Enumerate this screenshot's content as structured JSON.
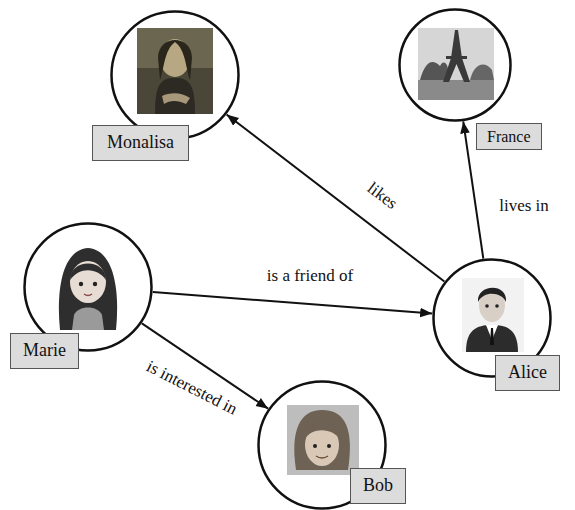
{
  "diagram": {
    "nodes": [
      {
        "text": [
          "Monalisa"
        ]
      },
      {
        "text": [
          "France"
        ]
      },
      {
        "text": [
          "Marie"
        ]
      },
      {
        "text": [
          "Alice"
        ]
      },
      {
        "text": [
          "Bob"
        ]
      }
    ],
    "edges": [
      {
        "from": 3,
        "to": 0,
        "label": "likes",
        "arrow": "to"
      },
      {
        "from": 3,
        "to": 1,
        "label": "lives in",
        "arrow": "to"
      },
      {
        "from": 2,
        "to": 3,
        "label": "is a friend of",
        "arrow": "to"
      },
      {
        "from": 2,
        "to": 4,
        "label": "is interested in",
        "arrow": "to"
      }
    ]
  }
}
